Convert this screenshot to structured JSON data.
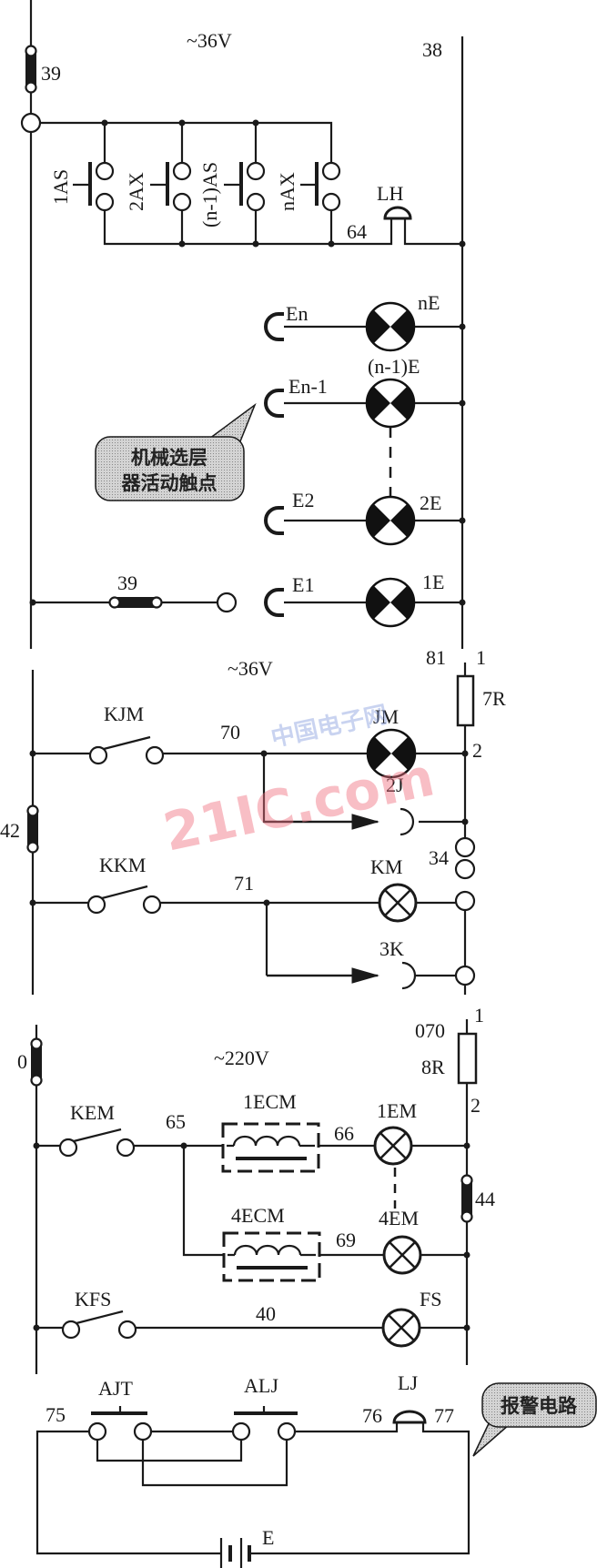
{
  "section1": {
    "voltage": "~36V",
    "fuse_left": "39",
    "rail_right": "38",
    "buttons": [
      "1AS",
      "2AX",
      "(n-1)AS",
      "nAX"
    ],
    "node_64": "64",
    "bell": "LH",
    "contacts": [
      "En",
      "En-1",
      "E2",
      "E1"
    ],
    "lamps": [
      "nE",
      "(n-1)E",
      "2E",
      "1E"
    ],
    "fuse_row": "39",
    "callout": [
      "机械选层",
      "器活动触点"
    ]
  },
  "section2": {
    "voltage": "~36V",
    "fuse_right_top": "81",
    "fuse_right_pin1": "1",
    "fuse_right": "7R",
    "fuse_right_pin2": "2",
    "fuse_left": "42",
    "switch1": "KJM",
    "node1": "70",
    "lamp1": "JM",
    "contact1": "2J",
    "terminal": "34",
    "switch2": "KKM",
    "node2": "71",
    "lamp2": "KM",
    "contact2": "3K"
  },
  "section3": {
    "voltage": "~220V",
    "fuse_left": "0",
    "fuse_right_top": "070",
    "fuse_right_pin1": "1",
    "fuse_right": "8R",
    "fuse_right_pin2": "2",
    "fuse_right_lower": "44",
    "switch1": "KEM",
    "node_65": "65",
    "coil1": "1ECM",
    "node_66": "66",
    "lamp1": "1EM",
    "coil2": "4ECM",
    "node_69": "69",
    "lamp2": "4EM",
    "switch2": "KFS",
    "node_40": "40",
    "lamp3": "FS"
  },
  "alarm": {
    "node_75": "75",
    "button1": "AJT",
    "button2": "ALJ",
    "bell": "LJ",
    "node_76": "76",
    "node_77": "77",
    "battery": "E",
    "callout": "报警电路"
  },
  "watermark": {
    "line1": "中国电子网",
    "line2": "21IC.com"
  }
}
